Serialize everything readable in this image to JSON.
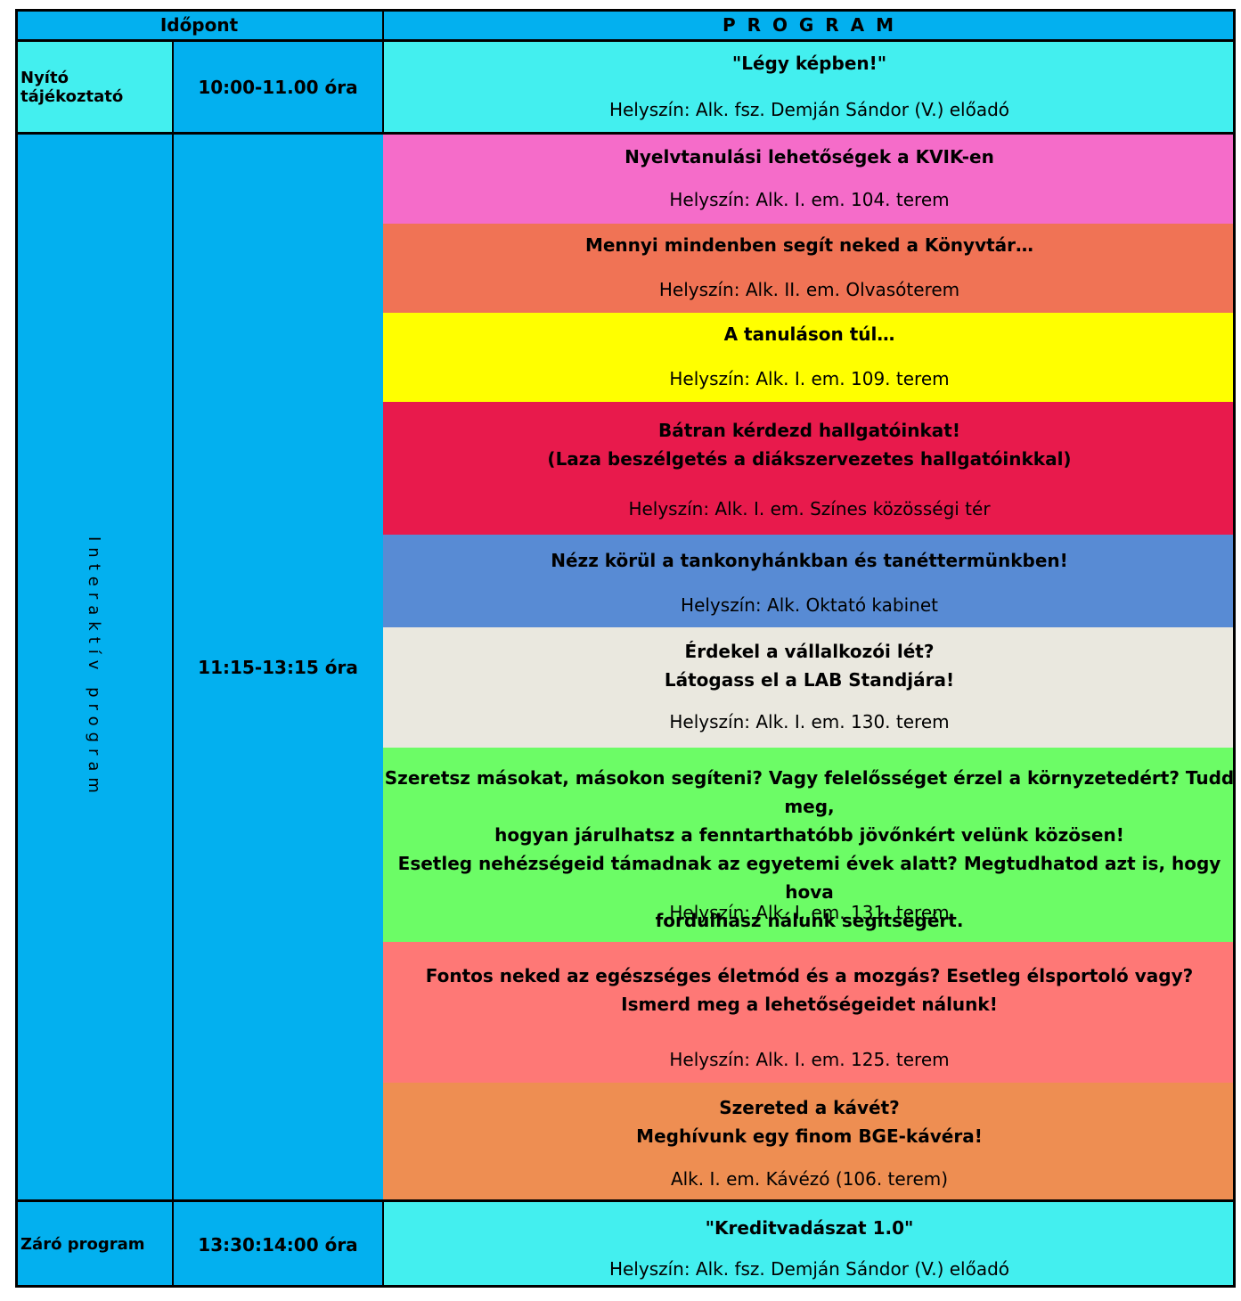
{
  "header": {
    "time_label": "Időpont",
    "program_label": "P R O G R A M"
  },
  "colors": {
    "cyan": "#43EFEF",
    "blue": "#03B0EF",
    "black": "#000000"
  },
  "opening": {
    "label": "Nyító tájékoztató",
    "time": "10:00-11.00 óra",
    "title": "\"Légy képben!\"",
    "location": "Helyszín: Alk. fsz. Demján Sándor (V.) előadó"
  },
  "interactive": {
    "label": "Interaktív program",
    "time": "11:15-13:15 óra",
    "items": [
      {
        "title": "Nyelvtanulási lehetőségek a KVIK-en",
        "location": "Helyszín: Alk. I. em. 104. terem",
        "color": "#F56CC9"
      },
      {
        "title": "Mennyi mindenben segít neked a Könyvtár…",
        "location": "Helyszín: Alk. II. em. Olvasóterem",
        "color": "#F07355"
      },
      {
        "title": "A tanuláson túl…",
        "location": "Helyszín: Alk. I. em. 109. terem",
        "color": "#FFFF00"
      },
      {
        "title": "Bátran kérdezd hallgatóinkat!\n(Laza beszélgetés a diákszervezetes hallgatóinkkal)",
        "location": "Helyszín: Alk. I. em. Színes közösségi tér",
        "color": "#E81A4C"
      },
      {
        "title": "Nézz körül a tankonyhánkban és tanéttermünkben!",
        "location": "Helyszín: Alk. Oktató kabinet",
        "color": "#588BD4"
      },
      {
        "title": "Érdekel a vállalkozói lét?\nLátogass el a LAB Standjára!",
        "location": "Helyszín: Alk. I. em. 130. terem",
        "color": "#EAE8DF"
      },
      {
        "title": "Szeretsz másokat, másokon segíteni? Vagy felelősséget érzel a környzetedért? Tudd  meg,\nhogyan járulhatsz a fenntarthatóbb jövőnkért velünk közösen!\nEsetleg  nehézségeid támadnak az egyetemi évek alatt?  Megtudhatod azt is, hogy hova\nfordulhasz nálunk segítségért.",
        "location": "Helyszín: Alk. I. em. 131. terem",
        "color": "#6CFC66"
      },
      {
        "title": "Fontos neked az egészséges életmód és a mozgás? Esetleg élsportoló vagy?\nIsmerd meg a lehetőségeidet nálunk!",
        "location": "Helyszín: Alk. I. em. 125. terem",
        "color": "#FE7876"
      },
      {
        "title": "Szereted a kávét?\nMeghívunk egy finom BGE-kávéra!",
        "location": "Alk. I. em.  Kávézó (106. terem)",
        "color": "#EE8E52"
      }
    ]
  },
  "closing": {
    "label": "Záró program",
    "time": "13:30:14:00 óra",
    "title": "\"Kreditvadászat 1.0\"",
    "location": "Helyszín: Alk. fsz. Demján Sándor (V.) előadó"
  }
}
